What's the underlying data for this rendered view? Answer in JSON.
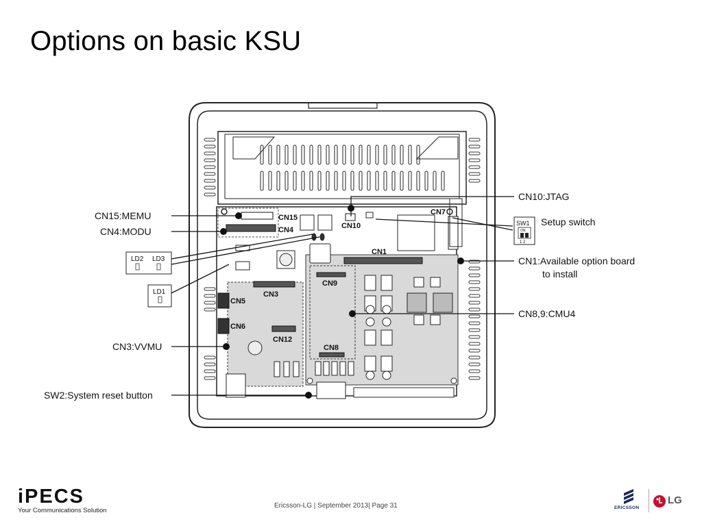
{
  "slide": {
    "title": "Options on basic KSU"
  },
  "callouts": {
    "cn10": "CN10:JTAG",
    "cn15": "CN15:MEMU",
    "cn4": "CN4:MODU",
    "setup_switch": "Setup switch",
    "cn1_line1": "CN1:Available option board",
    "cn1_line2": "to install",
    "cn89": "CN8,9:CMU4",
    "cn3": "CN3:VVMU",
    "sw2": "SW2:System reset button"
  },
  "inset_labels": {
    "ld2": "LD2",
    "ld3": "LD3",
    "ld1": "LD1",
    "sw1": "SW1",
    "sw1_on": "ON",
    "sw1_pins": "1  2"
  },
  "board_labels": {
    "cn15": "CN15",
    "cn4": "CN4",
    "cn10": "CN10",
    "cn7": "CN7",
    "cn1": "CN1",
    "cn9": "CN9",
    "cn3": "CN3",
    "cn5": "CN5",
    "cn6": "CN6",
    "cn12": "CN12",
    "cn8": "CN8"
  },
  "footer": {
    "logo_word": "iPECS",
    "tagline": "Your Communications Solution",
    "center_text": "Ericsson-LG |  September 2013|  Page 31",
    "brand_ericsson": "ERICSSON",
    "brand_lg": "LG"
  },
  "colors": {
    "board_fill": "#d9d9d9",
    "outline": "#222222",
    "lg_red": "#c8102e",
    "ericsson_blue": "#1a2a5a"
  },
  "icons": {
    "ericsson": "ericsson-logo-icon",
    "lg": "lg-logo-icon"
  }
}
